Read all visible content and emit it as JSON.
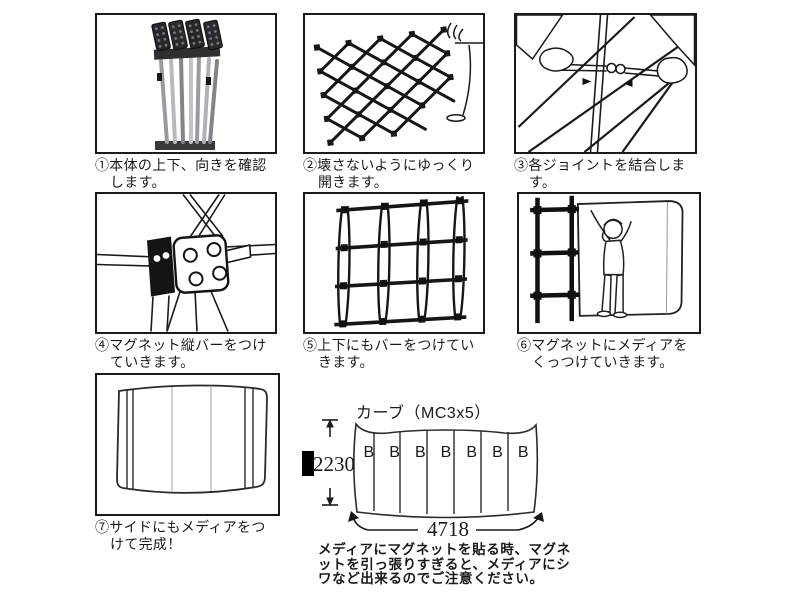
{
  "steps": [
    {
      "caption": [
        "①本体の上下、向きを確認",
        "します。"
      ]
    },
    {
      "caption": [
        "②壊さないようにゆっくり",
        "開きます。"
      ]
    },
    {
      "caption": [
        "③各ジョイントを結合しま",
        "す。"
      ]
    },
    {
      "caption": [
        "④マグネット縦バーをつけ",
        "ていきます。"
      ]
    },
    {
      "caption": [
        "⑤上下にもバーをつけてい",
        "きます。"
      ]
    },
    {
      "caption": [
        "⑥マグネットにメディアを",
        "くっつけていきます。"
      ]
    },
    {
      "caption": [
        "⑦サイドにもメディアをつ",
        "けて完成！"
      ]
    }
  ],
  "diagram": {
    "title": "カーブ（MC3x5）",
    "height_label": "2230",
    "width_label": "4718",
    "panel_labels": [
      "B",
      "B",
      "B",
      "B",
      "B",
      "B",
      "B"
    ]
  },
  "note": {
    "lines": [
      "メディアにマグネットを貼る時、マグネ",
      "ットを引っ張りすぎると、メディアにシ",
      "ワなど出来るのでご注意ください。"
    ]
  },
  "colors": {
    "ink": "#1a1a1a",
    "frame_black": "#161616",
    "photo_rod_gray": "#a9a9b0"
  }
}
